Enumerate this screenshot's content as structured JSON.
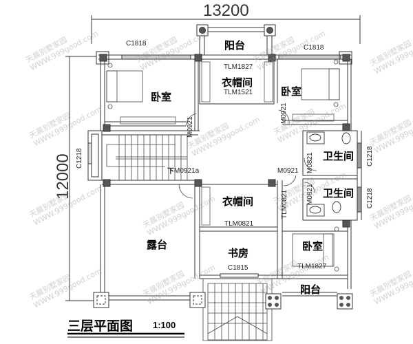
{
  "drawing": {
    "title": "三层平面图",
    "scale": "1:100",
    "dimensions": {
      "width": "13200",
      "depth": "12000"
    }
  },
  "rooms": [
    {
      "id": "balcony-north",
      "label": "阳台"
    },
    {
      "id": "bedroom-nw",
      "label": "卧室"
    },
    {
      "id": "closet-north",
      "label": "衣帽间"
    },
    {
      "id": "bedroom-ne",
      "label": "卧室"
    },
    {
      "id": "bathroom-1",
      "label": "卫生间"
    },
    {
      "id": "bathroom-2",
      "label": "卫生间"
    },
    {
      "id": "closet-center",
      "label": "衣帽间"
    },
    {
      "id": "terrace",
      "label": "露台"
    },
    {
      "id": "study",
      "label": "书房"
    },
    {
      "id": "bedroom-se",
      "label": "卧室"
    },
    {
      "id": "balcony-south",
      "label": "阳台"
    }
  ],
  "openings": {
    "window_nw": "C1818",
    "window_ne": "C1818",
    "closet_door_top": "TLM1827",
    "closet_door_bottom": "TLM1521",
    "door_closet_left": "M0921",
    "door_bedroom_ne": "M0921",
    "stair_window": "C1218",
    "stair_door": "M0921a",
    "hall_door": "M0921",
    "bath_door_1": "M0821",
    "bath_door_2": "M0821",
    "bath_window_1": "C1218",
    "bath_window_2": "C1218",
    "closet_center_door": "TLM0821",
    "closet_center_side_door": "TLM0821",
    "study_window": "C1815",
    "bedroom_se_door": "TLM1827"
  },
  "stair": {
    "direction_label": "下"
  },
  "watermark": {
    "line1": "天晨别墅家园",
    "line2": "WWW.999good.com"
  }
}
